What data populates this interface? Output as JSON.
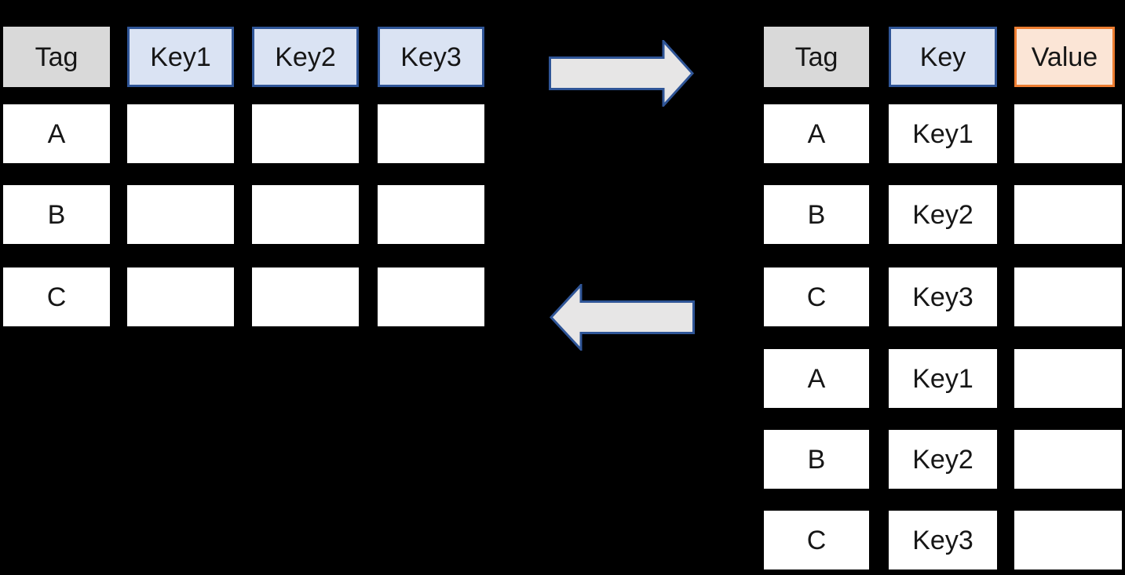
{
  "diagram": {
    "description_left": "wide-format table",
    "description_right": "long-format table"
  },
  "colors": {
    "background": "#000000",
    "gray_header_fill": "#d9d9d9",
    "blue_header_fill": "#dae3f3",
    "blue_border": "#2f5597",
    "orange_header_fill": "#fbe5d6",
    "orange_border": "#ed7d31",
    "cell_fill": "#ffffff",
    "arrow_fill": "#e7e6e6",
    "arrow_border": "#2f5597",
    "text": "#161616"
  },
  "icons": {
    "forward": "right-arrow-icon",
    "backward": "left-arrow-icon"
  },
  "left_table": {
    "headers": [
      "Tag",
      "Key1",
      "Key2",
      "Key3"
    ],
    "row_tags": [
      "A",
      "B",
      "C"
    ]
  },
  "right_table": {
    "headers": [
      "Tag",
      "Key",
      "Value"
    ],
    "rows": [
      {
        "tag": "A",
        "key": "Key1",
        "value": ""
      },
      {
        "tag": "B",
        "key": "Key2",
        "value": ""
      },
      {
        "tag": "C",
        "key": "Key3",
        "value": ""
      },
      {
        "tag": "A",
        "key": "Key1",
        "value": ""
      },
      {
        "tag": "B",
        "key": "Key2",
        "value": ""
      },
      {
        "tag": "C",
        "key": "Key3",
        "value": ""
      }
    ]
  }
}
